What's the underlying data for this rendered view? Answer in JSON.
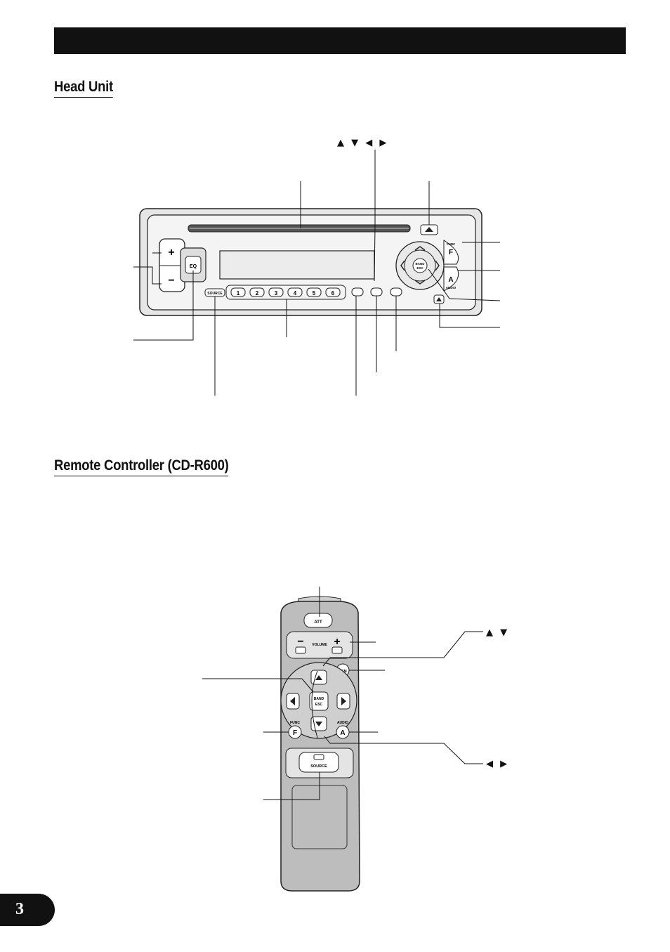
{
  "sections": {
    "head_unit": {
      "heading": "Head Unit",
      "arrow_keys": "▲ ▼ ◀ ▶",
      "panel": {
        "source_label": "SOURCE",
        "preset_labels": [
          "1",
          "2",
          "3",
          "4",
          "5",
          "6"
        ],
        "func_label": "FUNC",
        "func_letter": "F",
        "audio_label": "AUDIO",
        "audio_letter": "A",
        "band_label": "BAND",
        "esc_label": "ESC",
        "plus_label": "+",
        "minus_label": "−",
        "eq_label": "EQ"
      }
    },
    "remote": {
      "heading": "Remote Controller (CD-R600)",
      "updown_keys": "▲ ▼",
      "leftright_keys": "◀ ▶",
      "body": {
        "att_label": "ATT",
        "volume_label": "VOLUME",
        "minus_label": "−",
        "plus_label": "+",
        "pgm_label": "PGM",
        "band_label": "BAND",
        "esc_label": "ESC",
        "func_label": "FUNC",
        "func_letter": "F",
        "audio_label": "AUDIO",
        "audio_letter": "A",
        "source_label": "SOURCE"
      }
    }
  },
  "page_number": "3"
}
